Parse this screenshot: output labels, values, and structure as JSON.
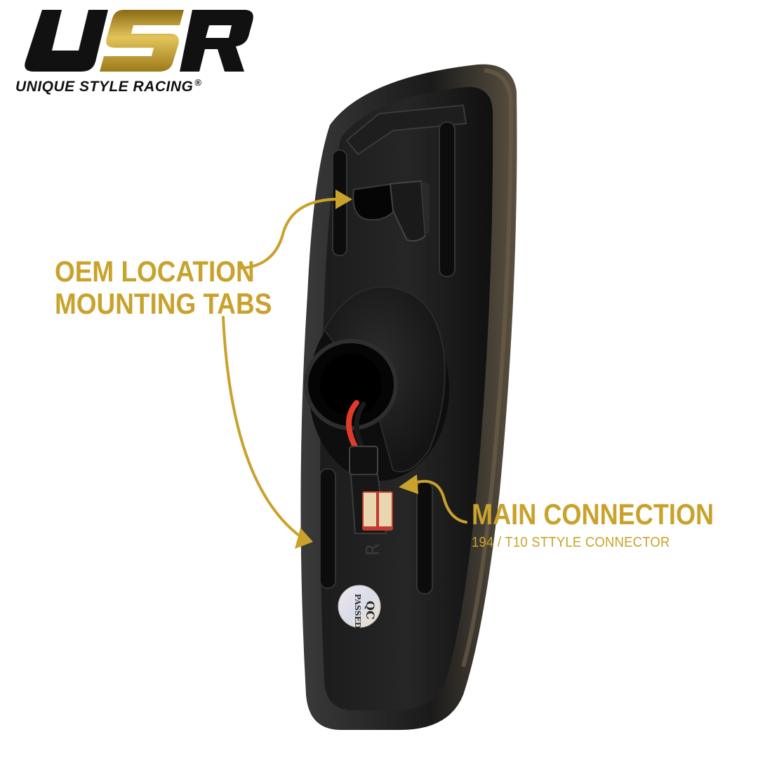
{
  "brand": {
    "logo_letters": "USR",
    "tagline": "UNIQUE STYLE RACING",
    "registered_mark": "®",
    "colors": {
      "black": "#111111",
      "gold": "#c9a22c"
    }
  },
  "callouts": {
    "mounting_tabs": {
      "line1": "OEM LOCATION",
      "line2": "MOUNTING TABS"
    },
    "main_connection": {
      "title": "MAIN CONNECTION",
      "subtitle": "194 / T10 STTYLE CONNECTOR"
    }
  },
  "product": {
    "side_mark": "R",
    "qc_sticker": {
      "line1": "QC",
      "line2": "PASSED"
    }
  },
  "accent_color": "#c9a22c"
}
